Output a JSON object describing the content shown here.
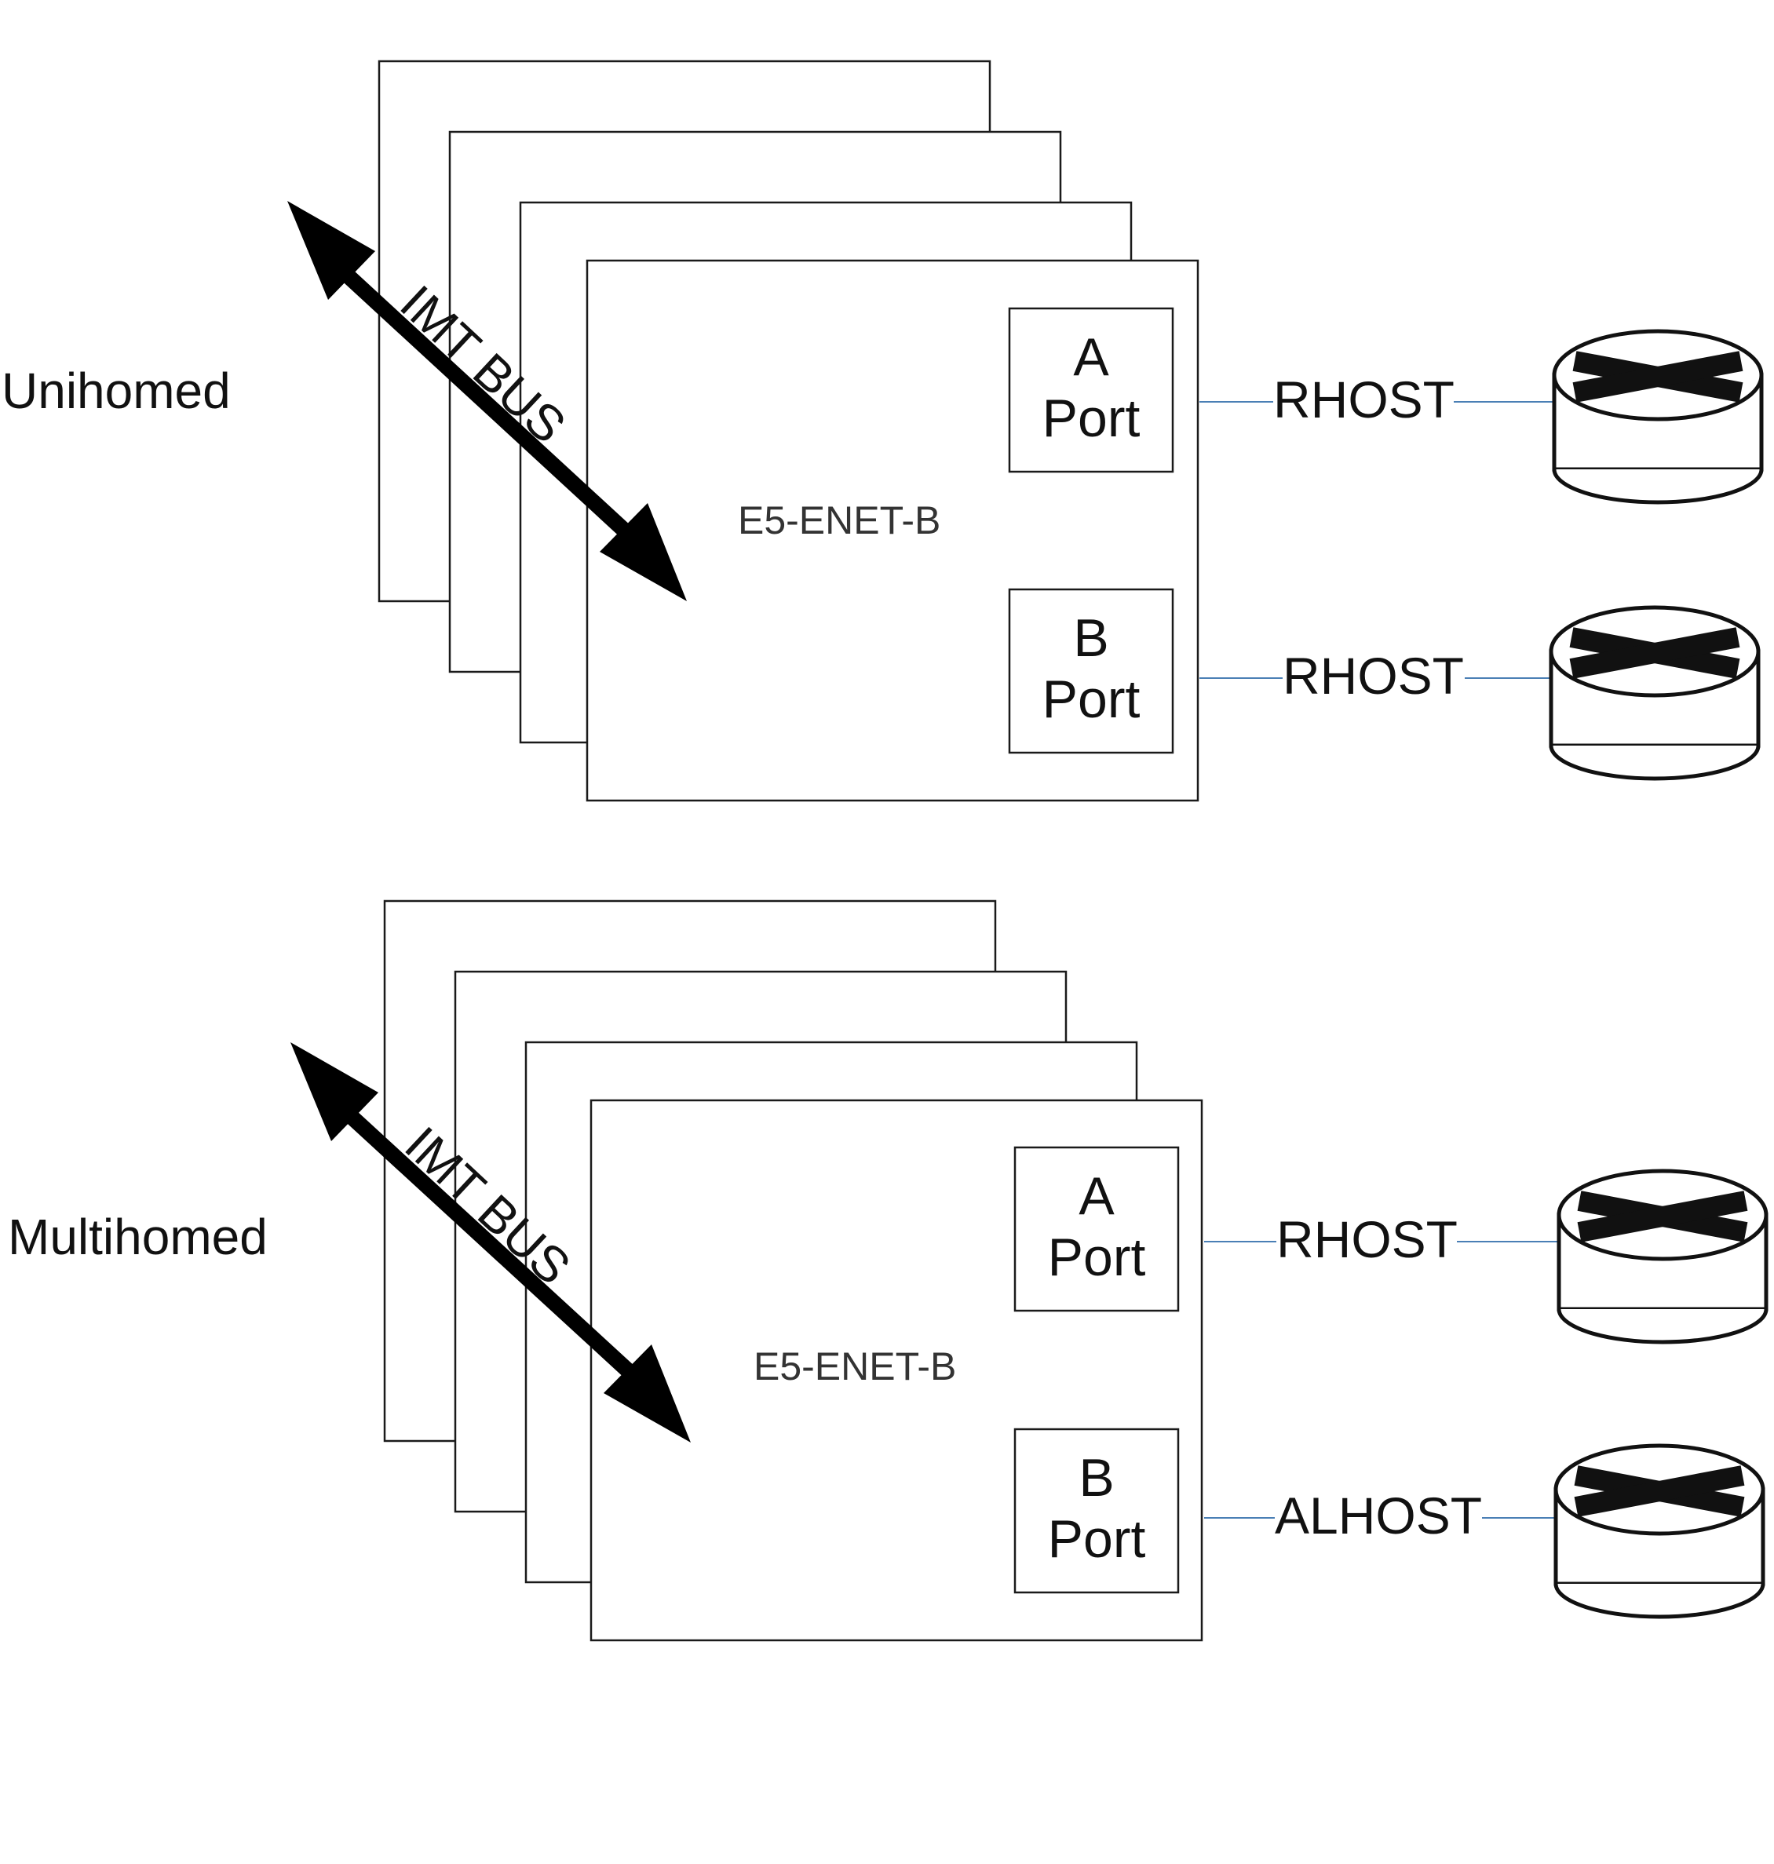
{
  "sections": [
    {
      "mode_label": "Unihomed",
      "bus_label": "IMT BUS",
      "card_label": "E5-ENET-B",
      "ports": [
        {
          "letter": "A",
          "word": "Port",
          "host": "RHOST"
        },
        {
          "letter": "B",
          "word": "Port",
          "host": "RHOST"
        }
      ]
    },
    {
      "mode_label": "Multihomed",
      "bus_label": "IMT BUS",
      "card_label": "E5-ENET-B",
      "ports": [
        {
          "letter": "A",
          "word": "Port",
          "host": "RHOST"
        },
        {
          "letter": "B",
          "word": "Port",
          "host": "ALHOST"
        }
      ]
    }
  ],
  "icons": {
    "router": "router-icon",
    "arrow": "double-arrow-icon"
  },
  "colors": {
    "link_line": "#4a7fb5",
    "outline": "#1a1a1a"
  }
}
